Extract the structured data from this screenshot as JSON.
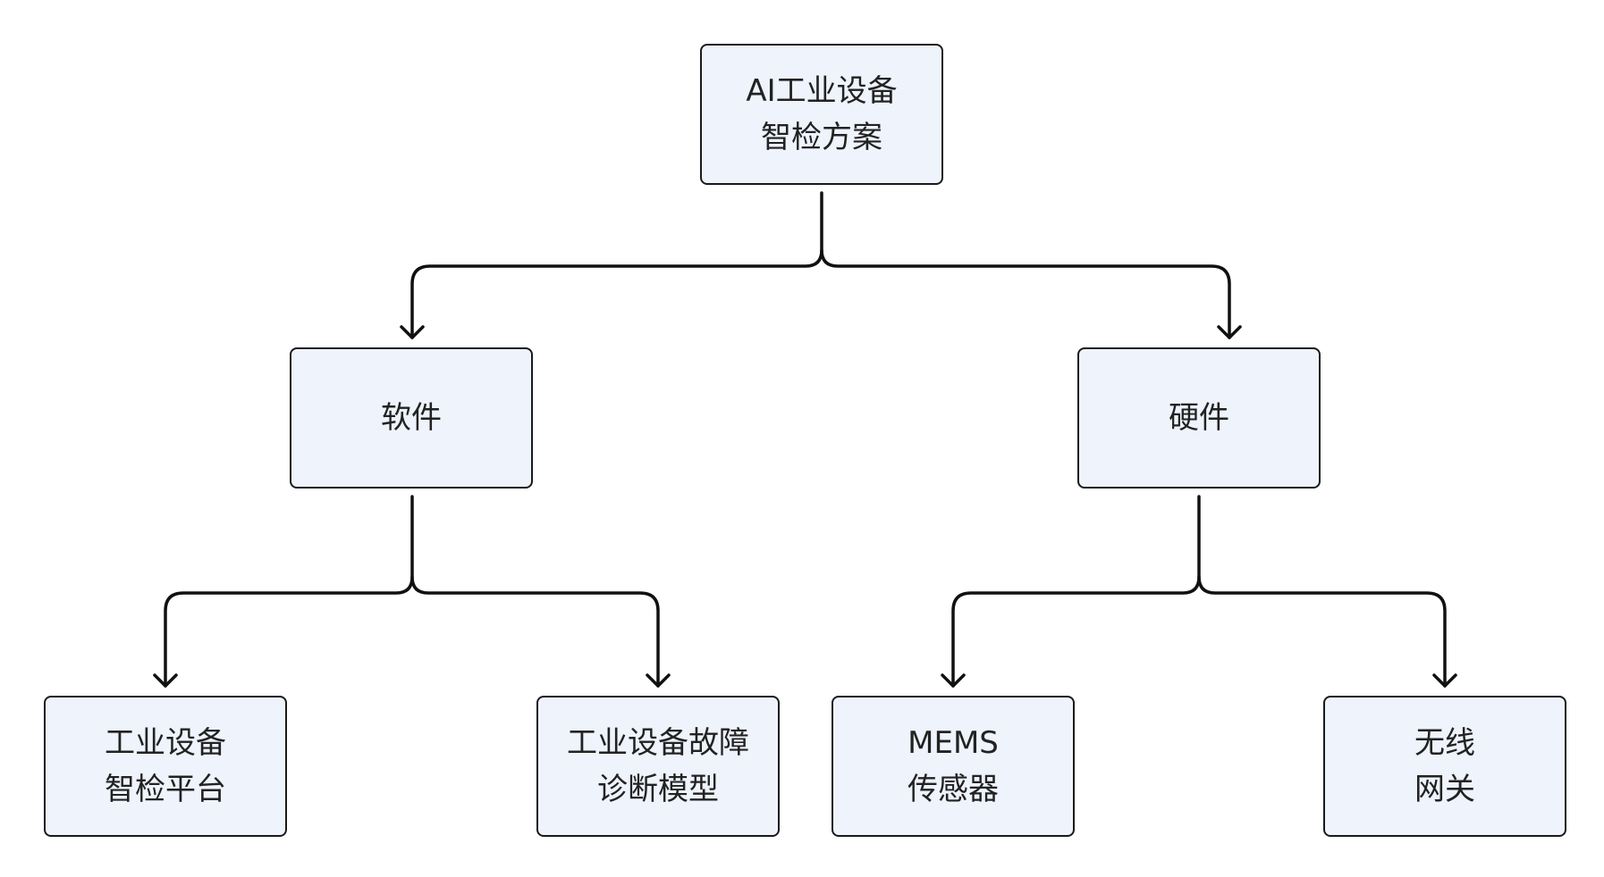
{
  "colors": {
    "node_fill": "#eef3fc",
    "node_border": "#1a1a1a",
    "edge": "#111111",
    "text": "#222222"
  },
  "nodes": {
    "root": {
      "line1": "AI工业设备",
      "line2": "智检方案"
    },
    "software": {
      "line1": "软件"
    },
    "hardware": {
      "line1": "硬件"
    },
    "platform": {
      "line1": "工业设备",
      "line2": "智检平台"
    },
    "model": {
      "line1": "工业设备故障",
      "line2": "诊断模型"
    },
    "mems": {
      "line1": "MEMS",
      "line2": "传感器"
    },
    "gateway": {
      "line1": "无线",
      "line2": "网关"
    }
  }
}
